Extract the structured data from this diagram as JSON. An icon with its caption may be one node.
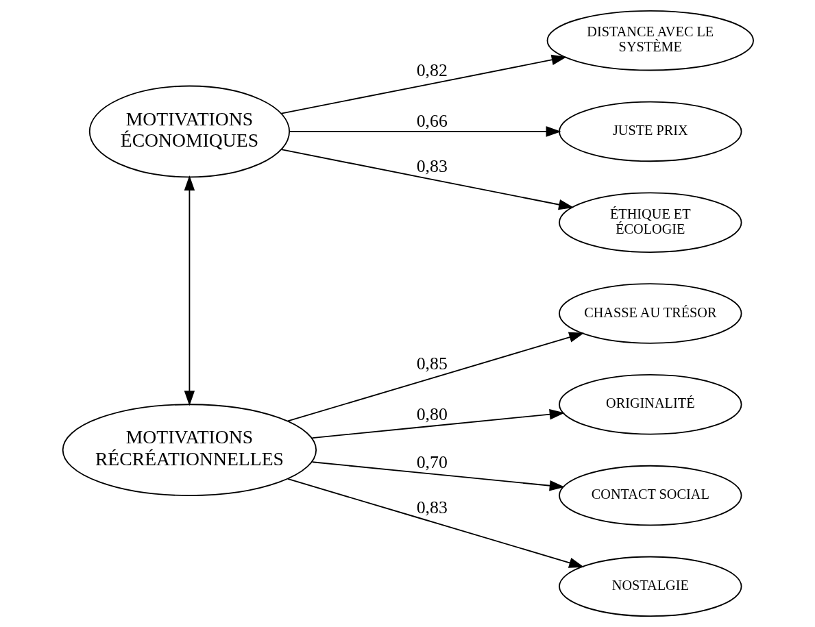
{
  "diagram": {
    "nodes": [
      {
        "text": [
          "MOTIVATIONS ÉCONOMIQUES"
        ]
      },
      {
        "text": [
          "DISTANCE AVEC LE SYSTÈME"
        ]
      },
      {
        "text": [
          "JUSTE PRIX"
        ]
      },
      {
        "text": [
          "ÉTHIQUE ET ÉCOLOGIE"
        ]
      },
      {
        "text": [
          "MOTIVATIONS RÉCRÉATIONNELLES"
        ]
      },
      {
        "text": [
          "CHASSE AU TRÉSOR"
        ]
      },
      {
        "text": [
          "ORIGINALITÉ"
        ]
      },
      {
        "text": [
          "CONTACT SOCIAL"
        ]
      },
      {
        "text": [
          "NOSTALGIE"
        ]
      }
    ],
    "edges": [
      {
        "from": 0,
        "to": 1,
        "arrow": "to",
        "label": "0,82"
      },
      {
        "from": 0,
        "to": 2,
        "arrow": "to",
        "label": "0,66"
      },
      {
        "from": 0,
        "to": 3,
        "arrow": "to",
        "label": "0,83"
      },
      {
        "from": 4,
        "to": 5,
        "arrow": "to",
        "label": "0,85"
      },
      {
        "from": 4,
        "to": 6,
        "arrow": "to",
        "label": "0,80"
      },
      {
        "from": 4,
        "to": 7,
        "arrow": "to",
        "label": "0,70"
      },
      {
        "from": 4,
        "to": 8,
        "arrow": "to",
        "label": "0,83"
      },
      {
        "from": 0,
        "to": 4,
        "arrow": "both"
      }
    ]
  }
}
